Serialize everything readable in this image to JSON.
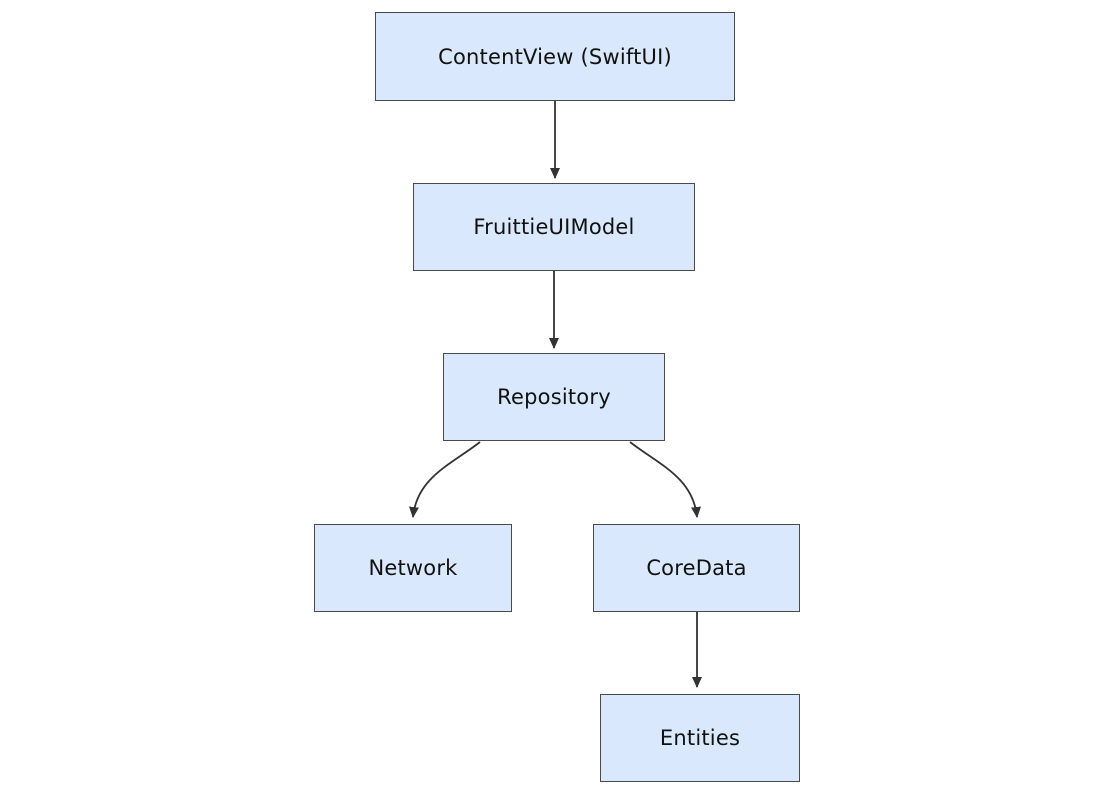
{
  "diagram": {
    "type": "flowchart",
    "direction": "top-down",
    "background": "#ffffff",
    "node_style": {
      "fill": "#d9e8fc",
      "border": "#4a4a4a",
      "text_color": "#111111"
    },
    "edge_style": {
      "color": "#333333",
      "arrowhead": "filled-triangle"
    },
    "nodes": [
      {
        "id": "contentview",
        "label": "ContentView (SwiftUI)"
      },
      {
        "id": "fruittieuimodel",
        "label": "FruittieUIModel"
      },
      {
        "id": "repository",
        "label": "Repository"
      },
      {
        "id": "network",
        "label": "Network"
      },
      {
        "id": "coredata",
        "label": "CoreData"
      },
      {
        "id": "entities",
        "label": "Entities"
      }
    ],
    "edges": [
      {
        "from": "ContentView (SwiftUI)",
        "to": "FruittieUIModel"
      },
      {
        "from": "FruittieUIModel",
        "to": "Repository"
      },
      {
        "from": "Repository",
        "to": "Network"
      },
      {
        "from": "Repository",
        "to": "CoreData"
      },
      {
        "from": "CoreData",
        "to": "Entities"
      }
    ]
  }
}
